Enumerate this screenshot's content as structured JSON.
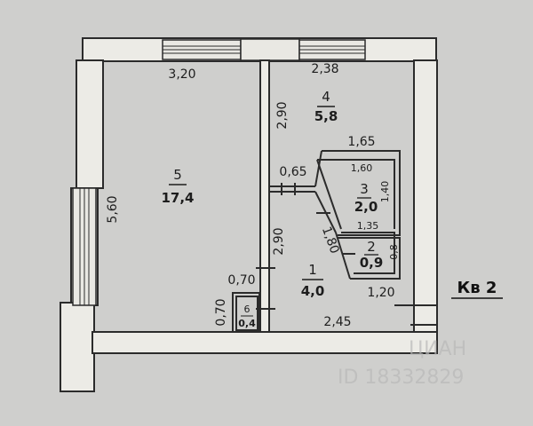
{
  "dimensions": {
    "top_left": "3,20",
    "top_right": "2,38",
    "room4_side": "2,90",
    "left_side": "5,60",
    "d165": "1,65",
    "d065": "0,65",
    "d160": "1,60",
    "d140": "1,40",
    "d135": "1,35",
    "d080": "0,8",
    "d180": "1,80",
    "d290_lower": "2,90",
    "d070_h": "0,70",
    "d070_v": "0,70",
    "d120": "1,20",
    "d245": "2,45"
  },
  "rooms": [
    {
      "number": "5",
      "area": "17,4"
    },
    {
      "number": "4",
      "area": "5,8"
    },
    {
      "number": "3",
      "area": "2,0"
    },
    {
      "number": "2",
      "area": "0,9"
    },
    {
      "number": "1",
      "area": "4,0"
    },
    {
      "number": "6",
      "area": "0,4"
    }
  ],
  "stair_label": "Кв 2",
  "watermark_lines": [
    "ЦИАН",
    "ID 18332829"
  ]
}
